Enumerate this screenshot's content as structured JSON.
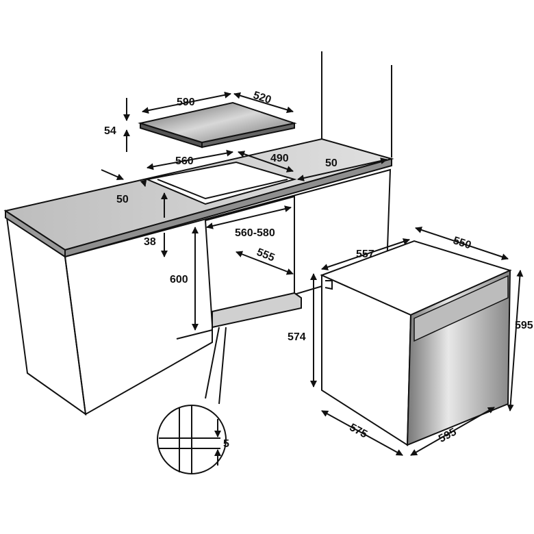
{
  "title": "Built-in oven and hob installation dimensions",
  "colors": {
    "line": "#111111",
    "countertop": "#cfcfcf",
    "hob": "#8a8a8a",
    "oven_front": "#b0b0b0",
    "background": "#ffffff"
  },
  "dimensions": {
    "hob_width": "590",
    "hob_depth": "520",
    "hob_height": "54",
    "cutout_width": "560",
    "cutout_depth": "490",
    "cutout_front_margin": "50",
    "cutout_side_margin": "50",
    "worktop_thickness": "38",
    "niche_width": "560-580",
    "niche_depth": "555",
    "niche_height": "600",
    "oven_depth_total": "557",
    "oven_body_depth": "550",
    "oven_body_height": "574",
    "oven_front_height": "595",
    "oven_body_width": "575",
    "oven_front_width": "595",
    "detail_gap": "5"
  }
}
